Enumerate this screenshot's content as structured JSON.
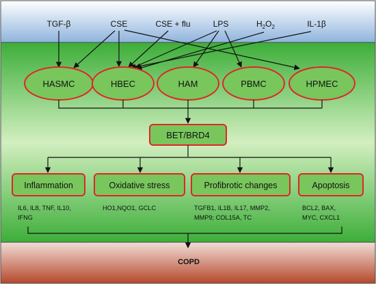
{
  "colors": {
    "top_band_light": "#ffffff",
    "top_band_dark": "#8fb4dd",
    "middle_band_light": "#d2efc0",
    "middle_band_dark": "#3dae39",
    "bottom_band_light": "#f2ddd6",
    "bottom_band_dark": "#b5482d",
    "node_fill": "#78c65c",
    "node_border": "#e02525"
  },
  "stimuli": {
    "tgfb": "TGF-β",
    "cse": "CSE",
    "cse_flu": "CSE + flu",
    "lps": "LPS",
    "h2o2_base": "H",
    "h2o2_sub1": "2",
    "h2o2_mid": "O",
    "h2o2_sub2": "2",
    "il1b": "IL-1β"
  },
  "cells": {
    "hasmc": "HASMC",
    "hbec": "HBEC",
    "ham": "HAM",
    "pbmc": "PBMC",
    "hpmec": "HPMEC"
  },
  "hub": "BET/BRD4",
  "categories": {
    "inflammation": {
      "label": "Inflammation",
      "genes_line1": "IL6, IL8, TNF,  IL10,",
      "genes_line2": "IFNG"
    },
    "oxidative": {
      "label": "Oxidative stress",
      "genes_line1": "HO1,NQO1, GCLC"
    },
    "profibrotic": {
      "label": "Profibrotic changes",
      "genes_line1": "TGFB1, IL1B, IL17, MMP2,",
      "genes_line2": "MMP9; COL15A, TC"
    },
    "apoptosis": {
      "label": "Apoptosis",
      "genes_line1": "BCL2, BAX,",
      "genes_line2": "MYC, CXCL1"
    }
  },
  "outcome": "COPD"
}
